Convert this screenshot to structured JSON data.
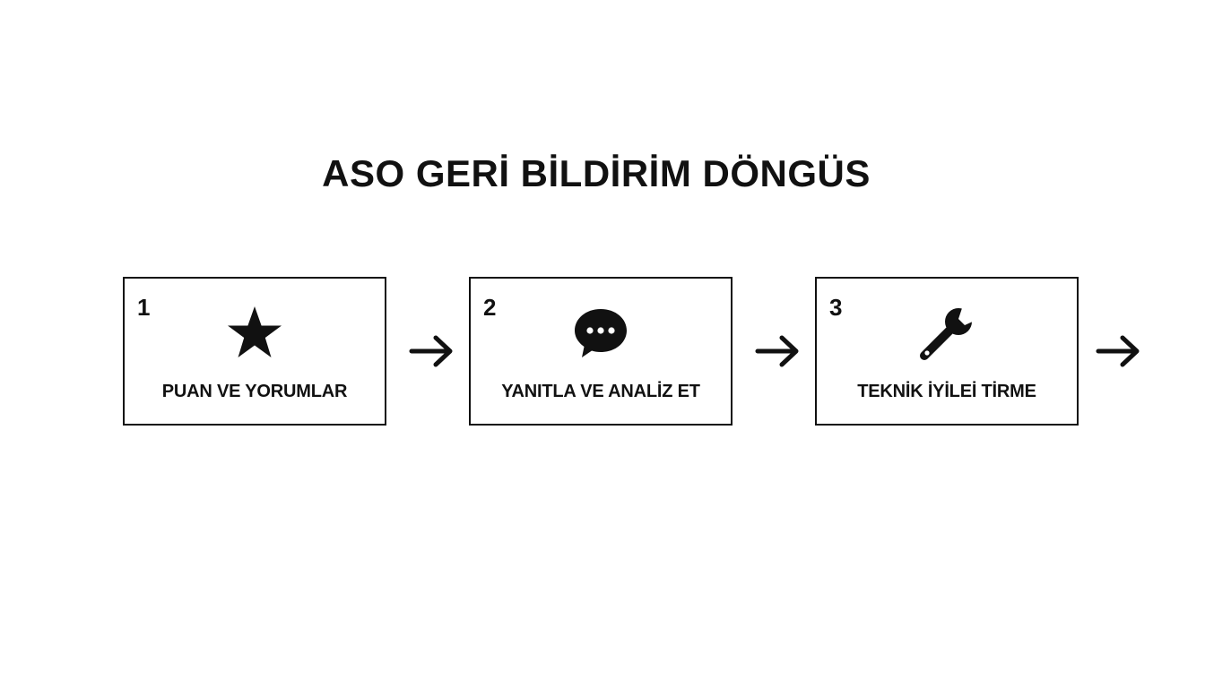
{
  "title": "ASO GERİ BİLDİRİM DÖNGÜS",
  "steps": [
    {
      "number": "1",
      "label": "PUAN VE YORUMLAR",
      "icon": "star-icon"
    },
    {
      "number": "2",
      "label": "YANITLA VE ANALİZ ET",
      "icon": "chat-bubble-icon"
    },
    {
      "number": "3",
      "label": "TEKNİK İYİLEİ TİRME",
      "icon": "wrench-icon"
    }
  ],
  "colors": {
    "ink": "#111111",
    "background": "#ffffff"
  }
}
